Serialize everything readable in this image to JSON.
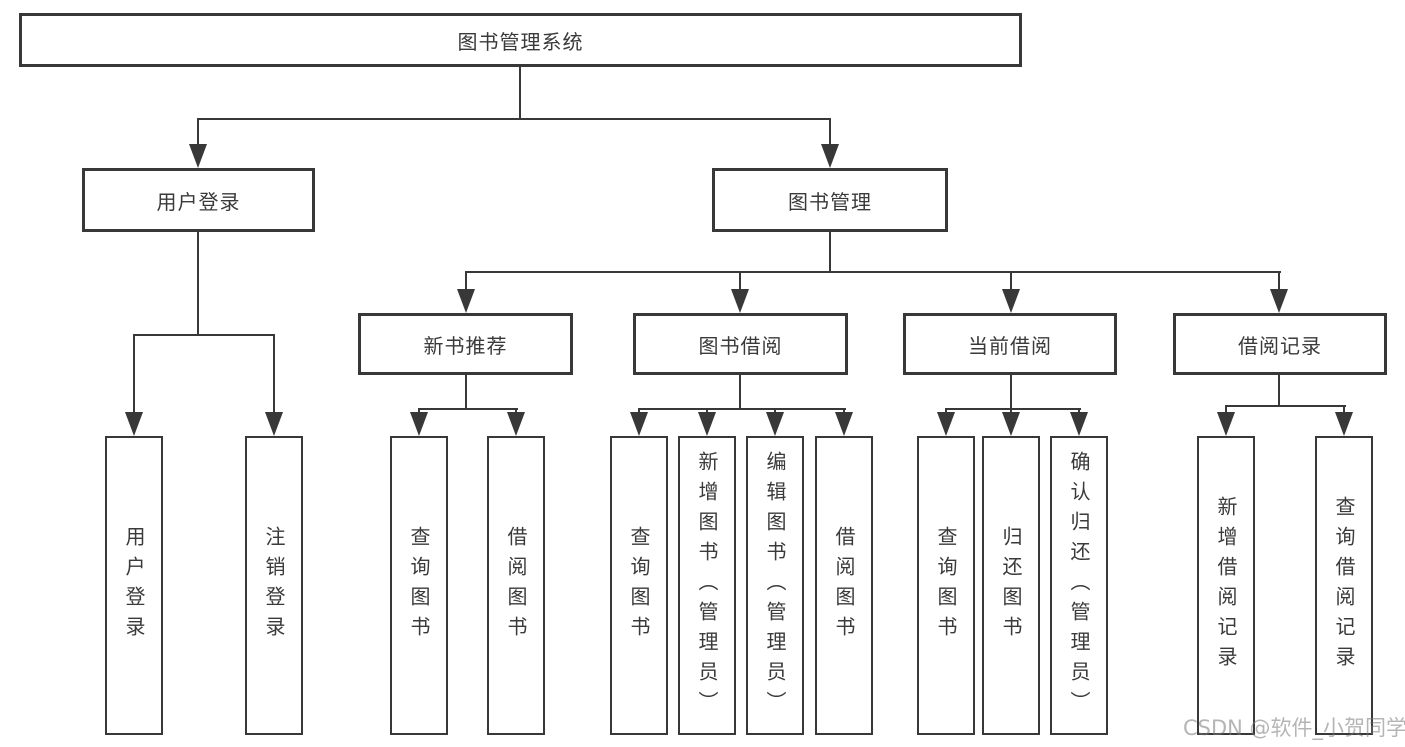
{
  "diagram": {
    "root": {
      "label": "图书管理系统"
    },
    "level2": [
      {
        "label": "用户登录"
      },
      {
        "label": "图书管理"
      }
    ],
    "level3": [
      {
        "label": "新书推荐",
        "parent": "图书管理"
      },
      {
        "label": "图书借阅",
        "parent": "图书管理"
      },
      {
        "label": "当前借阅",
        "parent": "图书管理"
      },
      {
        "label": "借阅记录",
        "parent": "图书管理"
      }
    ],
    "leaves": [
      {
        "label": "用户登录",
        "parent": "用户登录"
      },
      {
        "label": "注销登录",
        "parent": "用户登录"
      },
      {
        "label": "查询图书",
        "parent": "新书推荐"
      },
      {
        "label": "借阅图书",
        "parent": "新书推荐"
      },
      {
        "label": "查询图书",
        "parent": "图书借阅"
      },
      {
        "label": "新增图书（管理员）",
        "parent": "图书借阅"
      },
      {
        "label": "编辑图书（管理员）",
        "parent": "图书借阅"
      },
      {
        "label": "借阅图书",
        "parent": "图书借阅"
      },
      {
        "label": "查询图书",
        "parent": "当前借阅"
      },
      {
        "label": "归还图书",
        "parent": "当前借阅"
      },
      {
        "label": "确认归还（管理员）",
        "parent": "当前借阅"
      },
      {
        "label": "新增借阅记录",
        "parent": "借阅记录"
      },
      {
        "label": "查询借阅记录",
        "parent": "借阅记录"
      }
    ]
  },
  "watermark": {
    "text": "CSDN @软件_小贺同学"
  },
  "colors": {
    "line": "#383838",
    "text": "#3a3a3a",
    "box_background": "#ffffff",
    "page_background": "#ffffff",
    "watermark": "#8a8a8a"
  }
}
